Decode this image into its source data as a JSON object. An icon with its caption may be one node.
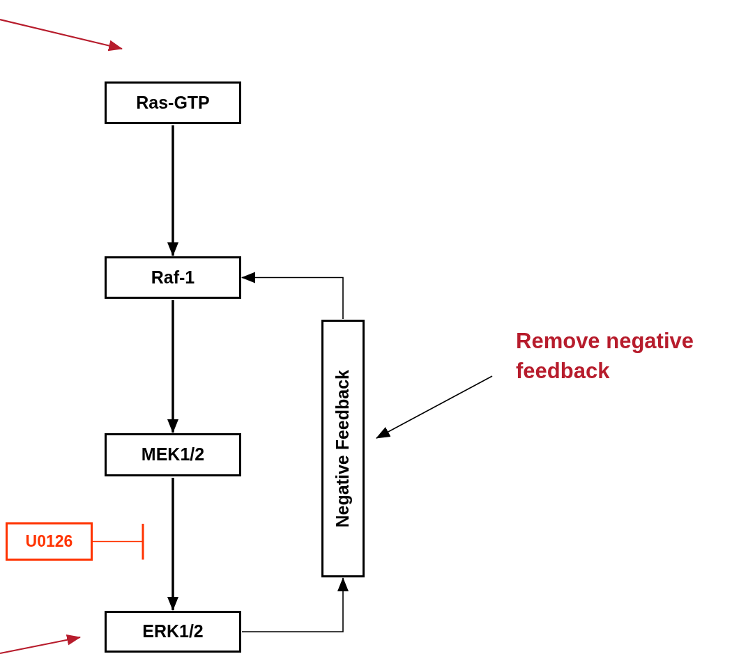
{
  "diagram": {
    "nodes": [
      {
        "text": [
          "Ras-GTP"
        ]
      },
      {
        "text": [
          "Raf-1"
        ]
      },
      {
        "text": [
          "MEK1/2"
        ]
      },
      {
        "text": [
          "ERK1/2"
        ]
      },
      {
        "text": [
          "Negative Feedback"
        ]
      },
      {
        "text": [
          "Remove negative feedback"
        ]
      },
      {
        "text": [
          "U0126"
        ]
      }
    ],
    "edges": [
      {
        "from": 0,
        "to": 1,
        "arrow": "to",
        "style": "thick"
      },
      {
        "from": 1,
        "to": 2,
        "arrow": "to",
        "style": "thick"
      },
      {
        "from": 2,
        "to": 3,
        "arrow": "to",
        "style": "thick"
      },
      {
        "from": 3,
        "to": 4,
        "arrow": "to"
      },
      {
        "from": 4,
        "to": 1,
        "arrow": "to"
      },
      {
        "from": 5,
        "to": 4,
        "arrow": "to"
      },
      {
        "from": 6,
        "to": null,
        "arrow": "other",
        "color": "#ff3300"
      }
    ]
  }
}
